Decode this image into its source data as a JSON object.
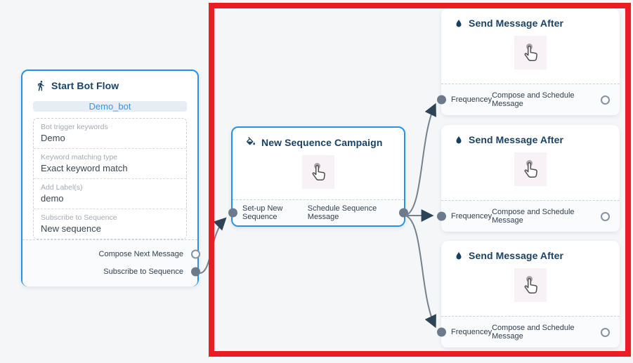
{
  "colors": {
    "canvas_bg": "#f4f6f8",
    "selected_border_blue": "#2492eb",
    "title_navy": "#1a4264",
    "highlight_red": "#ec1c24",
    "edge_gray": "#75818f",
    "port_fill": "#6d7a8b"
  },
  "nodes": {
    "start": {
      "title": "Start Bot Flow",
      "icon": "walking-person-icon",
      "bot_name": "Demo_bot",
      "fields": [
        {
          "label": "Bot trigger keywords",
          "value": "Demo"
        },
        {
          "label": "Keyword matching type",
          "value": "Exact keyword match"
        },
        {
          "label": "Add Label(s)",
          "value": "demo"
        },
        {
          "label": "Subscribe to Sequence",
          "value": "New sequence"
        }
      ],
      "outputs": [
        {
          "label": "Compose Next Message",
          "connected": false
        },
        {
          "label": "Subscribe to Sequence",
          "connected": true
        }
      ]
    },
    "sequence_campaign": {
      "title": "New Sequence Campaign",
      "icon": "paint-bucket-icon",
      "input_label": "Set-up New Sequence",
      "output_label": "Schedule Sequence Message"
    },
    "send_message_after": {
      "title": "Send Message After",
      "icon": "water-drop-icon",
      "input_label": "Frequencey",
      "output_label": "Compose and Schedule Message",
      "count": 3
    }
  },
  "annotations": {
    "highlight_rectangle": "red attention box around sequence nodes"
  }
}
